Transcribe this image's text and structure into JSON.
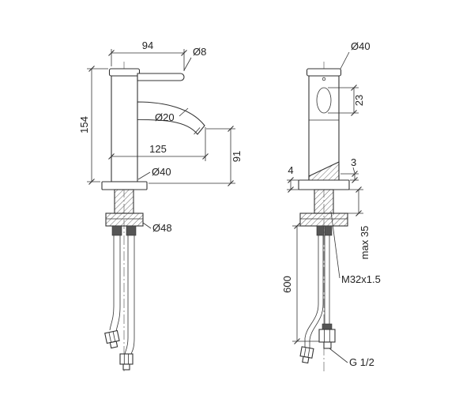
{
  "drawing": {
    "line_color": "#333333",
    "front_view": {
      "handle_width": "94",
      "lever_diameter": "Ø8",
      "body_height": "154",
      "spout_diameter": "Ø20",
      "spout_reach": "125",
      "spout_height": "91",
      "body_diameter": "Ø40",
      "escutcheon_diameter": "Ø48"
    },
    "side_view": {
      "cap_diameter": "Ø40",
      "lever_slot_height": "23",
      "trim_right": "3",
      "trim_left": "4",
      "max_mounting_thickness": "max 35",
      "hose_length": "600",
      "mounting_thread": "M32x1.5",
      "hose_thread": "G 1/2"
    }
  }
}
